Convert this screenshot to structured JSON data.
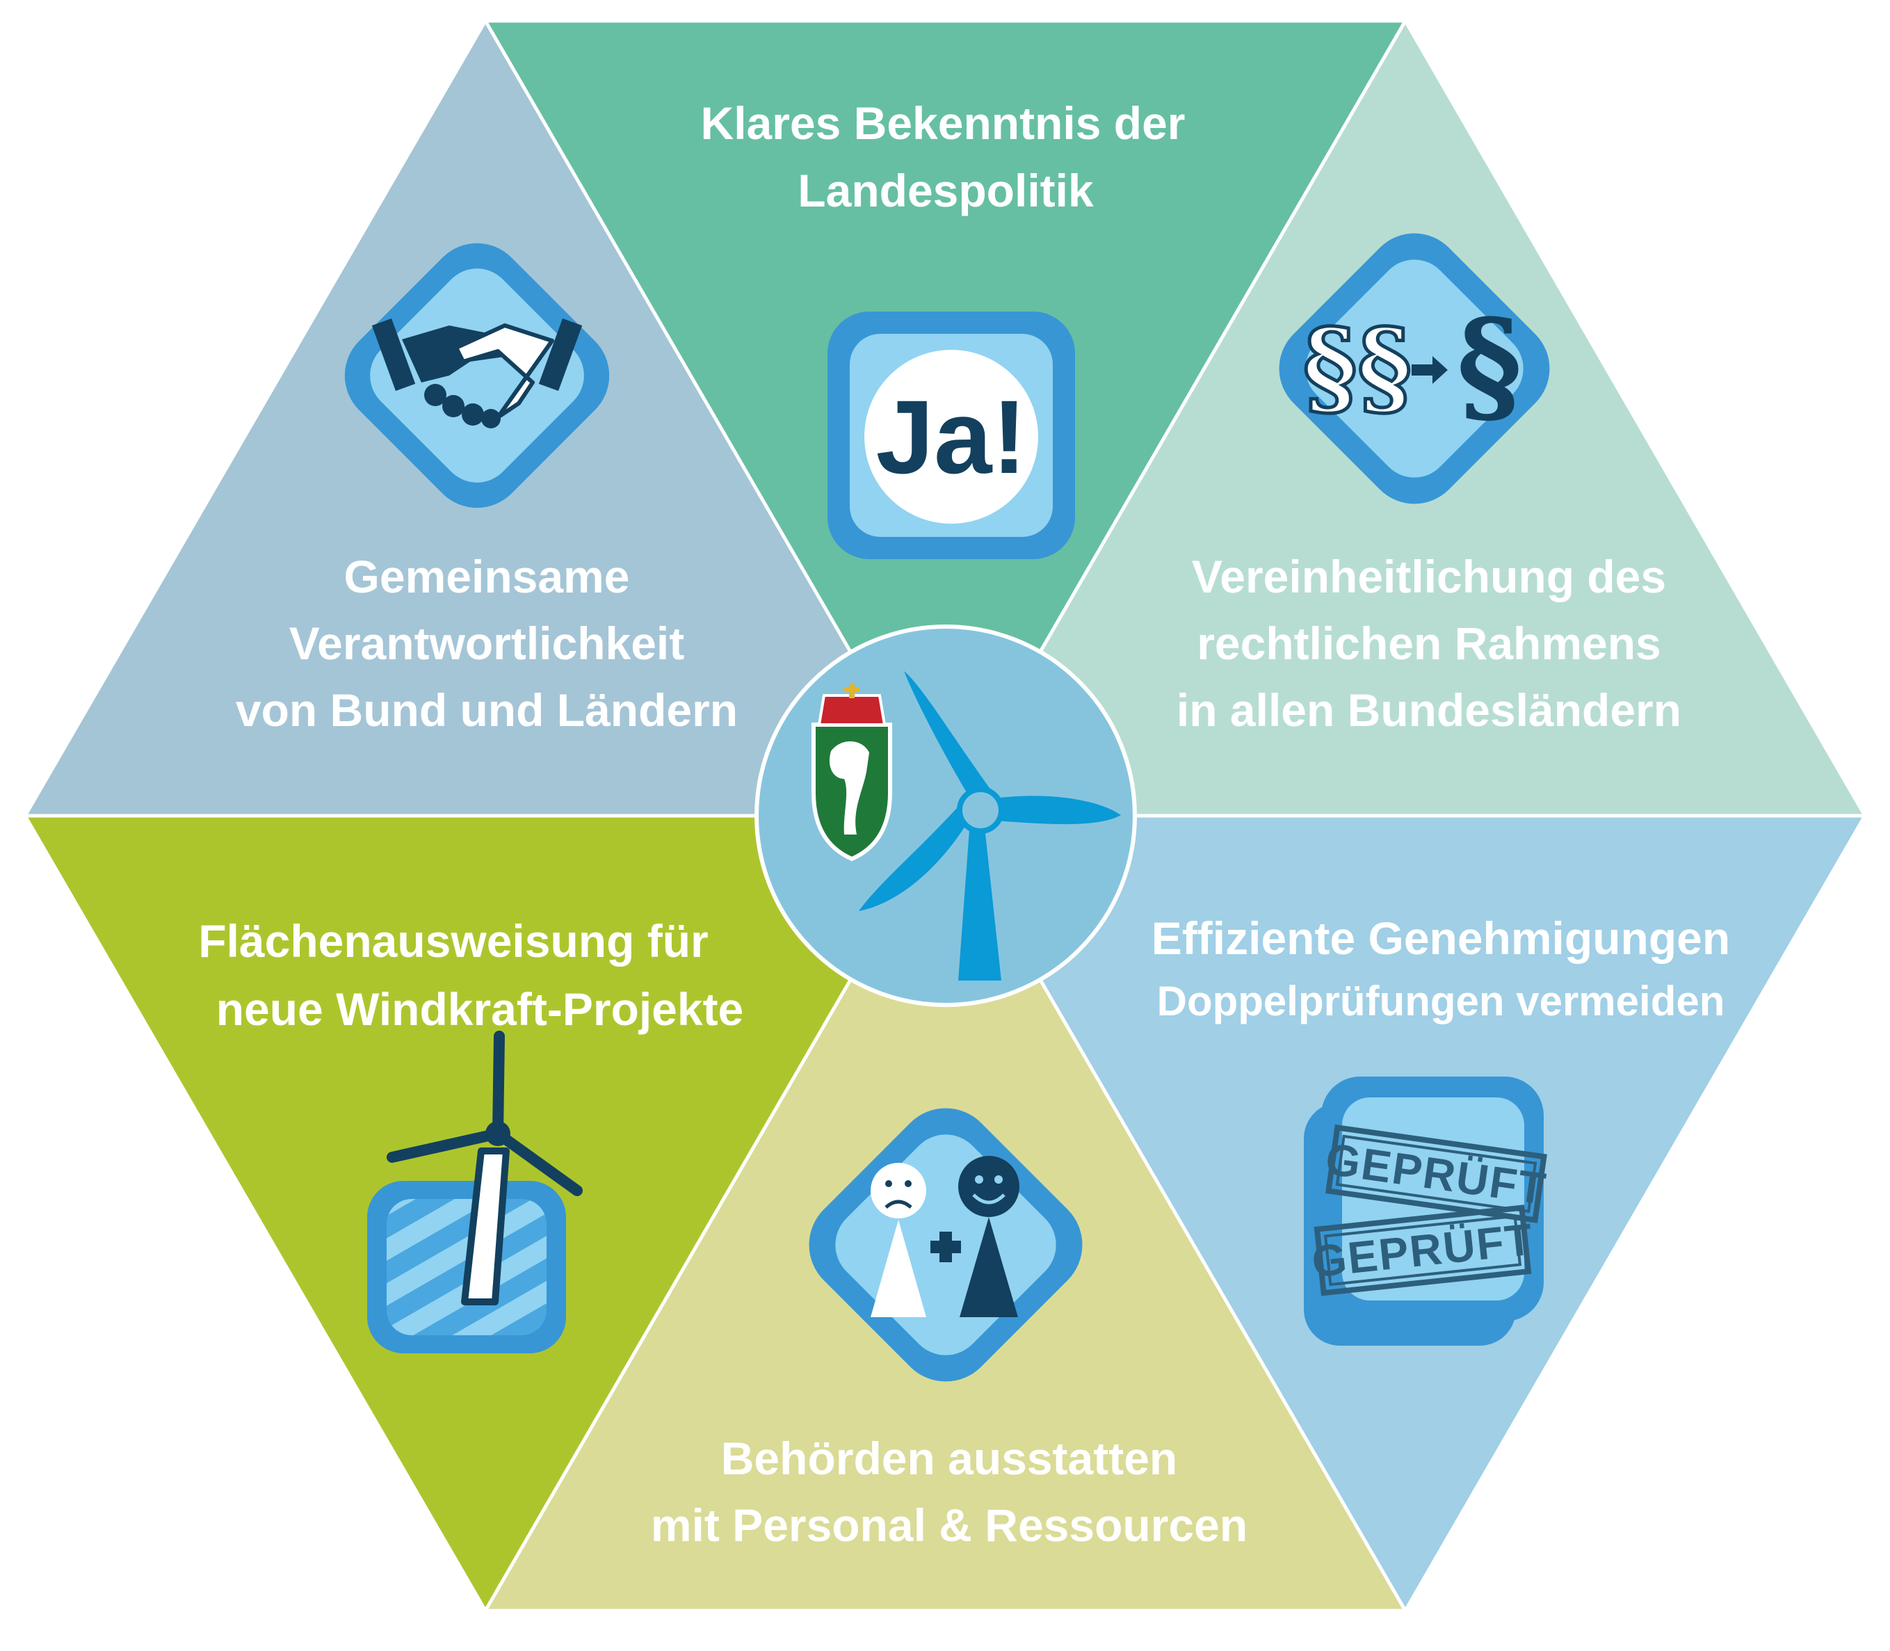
{
  "segments": {
    "top": {
      "lines": [
        "Klares Bekenntnis der",
        "Landespolitik"
      ],
      "color": "#66bfa3",
      "icon": "ja-icon",
      "icon_text": "Ja!"
    },
    "top_right": {
      "lines": [
        "Vereinheitlichung des",
        "rechtlichen Rahmens",
        "in allen Bundesländern"
      ],
      "color": "#b7ddd3",
      "icon": "paragraph-icon",
      "icon_text": [
        "§§",
        "§"
      ]
    },
    "bottom_right": {
      "lines": [
        "Effiziente Genehmigungen",
        "Doppelprüfungen vermeiden"
      ],
      "color": "#a0cfe6",
      "icon": "stamp-icon",
      "icon_text": [
        "GEPRÜFT",
        "GEPRÜFT"
      ]
    },
    "bottom": {
      "lines": [
        "Behörden ausstatten",
        "mit Personal & Ressourcen"
      ],
      "color": "#dadb96",
      "icon": "people-icon"
    },
    "bottom_left": {
      "lines": [
        "Flächenausweisung für",
        "neue Windkraft-Projekte"
      ],
      "color": "#adc52d",
      "icon": "wind-area-icon"
    },
    "top_left": {
      "lines": [
        "Gemeinsame",
        "Verantwortlichkeit",
        "von Bund und Ländern"
      ],
      "color": "#a4c5d6",
      "icon": "handshake-icon"
    }
  },
  "center": {
    "icon": "wind-turbine-icon",
    "emblem": "styria-coat-of-arms"
  },
  "colors": {
    "icon_outer": "#3896d5",
    "icon_inner": "#91d3f1",
    "icon_dark": "#13405e",
    "center_fill": "#86c4de",
    "turbine": "#0a9ad6"
  }
}
